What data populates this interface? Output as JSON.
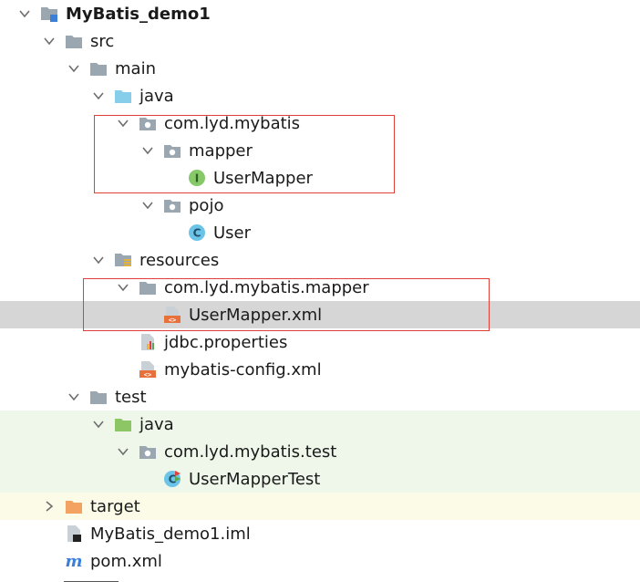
{
  "tree": {
    "rows": [
      {
        "name": "project-root",
        "label": "MyBatis_demo1",
        "depth": 0,
        "arrow": "down",
        "icon": "project-folder-icon",
        "bold": true
      },
      {
        "name": "folder-src",
        "label": "src",
        "depth": 1,
        "arrow": "down",
        "icon": "folder-icon"
      },
      {
        "name": "folder-main",
        "label": "main",
        "depth": 2,
        "arrow": "down",
        "icon": "folder-icon"
      },
      {
        "name": "folder-java",
        "label": "java",
        "depth": 3,
        "arrow": "down",
        "icon": "source-folder-icon"
      },
      {
        "name": "package-com-lyd-mybatis",
        "label": "com.lyd.mybatis",
        "depth": 4,
        "arrow": "down",
        "icon": "package-icon"
      },
      {
        "name": "package-mapper",
        "label": "mapper",
        "depth": 5,
        "arrow": "down",
        "icon": "package-icon"
      },
      {
        "name": "interface-usermapper",
        "label": "UserMapper",
        "depth": 6,
        "arrow": "none",
        "icon": "interface-icon"
      },
      {
        "name": "package-pojo",
        "label": "pojo",
        "depth": 5,
        "arrow": "down",
        "icon": "package-icon"
      },
      {
        "name": "class-user",
        "label": "User",
        "depth": 6,
        "arrow": "none",
        "icon": "class-icon"
      },
      {
        "name": "folder-resources",
        "label": "resources",
        "depth": 3,
        "arrow": "down",
        "icon": "resources-folder-icon"
      },
      {
        "name": "folder-com-lyd-mybatis-mapper",
        "label": "com.lyd.mybatis.mapper",
        "depth": 4,
        "arrow": "down",
        "icon": "folder-icon"
      },
      {
        "name": "file-usermapper-xml",
        "label": "UserMapper.xml",
        "depth": 5,
        "arrow": "none",
        "icon": "xml-file-icon",
        "selected": true
      },
      {
        "name": "file-jdbc-properties",
        "label": "jdbc.properties",
        "depth": 4,
        "arrow": "none",
        "icon": "properties-file-icon"
      },
      {
        "name": "file-mybatis-config-xml",
        "label": "mybatis-config.xml",
        "depth": 4,
        "arrow": "none",
        "icon": "xml-file-icon"
      },
      {
        "name": "folder-test",
        "label": "test",
        "depth": 2,
        "arrow": "down",
        "icon": "folder-icon"
      },
      {
        "name": "folder-test-java",
        "label": "java",
        "depth": 3,
        "arrow": "down",
        "icon": "test-source-folder-icon",
        "bg": "test"
      },
      {
        "name": "package-com-lyd-mybatis-test",
        "label": "com.lyd.mybatis.test",
        "depth": 4,
        "arrow": "down",
        "icon": "package-icon",
        "bg": "test"
      },
      {
        "name": "class-usermappertest",
        "label": "UserMapperTest",
        "depth": 5,
        "arrow": "none",
        "icon": "test-class-icon",
        "bg": "test"
      },
      {
        "name": "folder-target",
        "label": "target",
        "depth": 1,
        "arrow": "right",
        "icon": "excluded-folder-icon",
        "bg": "excluded"
      },
      {
        "name": "file-mybatis-demo1-iml",
        "label": "MyBatis_demo1.iml",
        "depth": 1,
        "arrow": "none",
        "icon": "iml-file-icon"
      },
      {
        "name": "file-pom-xml",
        "label": "pom.xml",
        "depth": 1,
        "arrow": "none",
        "icon": "maven-file-icon"
      }
    ]
  },
  "colors": {
    "selected_bg": "#d6d6d6",
    "test_bg": "#eef7e9",
    "excluded_bg": "#fbfbe8",
    "highlight_border": "#e0403a",
    "folder": "#9aa7b0",
    "source_folder": "#87ceeb",
    "test_folder": "#8cc665",
    "excluded_folder": "#f4a261",
    "interface": "#86c86a",
    "class": "#6cc3e8",
    "xml": "#e8703a"
  }
}
